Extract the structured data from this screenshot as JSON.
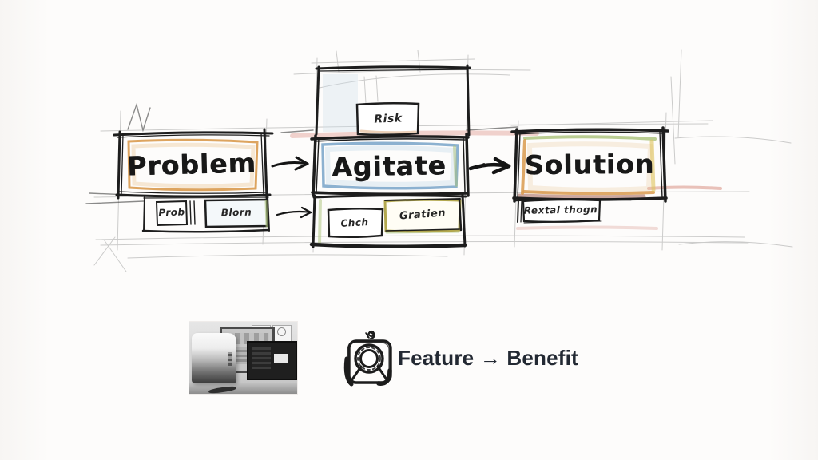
{
  "diagram": {
    "type": "hand-drawn-flow-sketch",
    "nodes": [
      {
        "id": "problem",
        "label": "Problem"
      },
      {
        "id": "agitate",
        "label": "Agitate"
      },
      {
        "id": "solution",
        "label": "Solution"
      }
    ],
    "connectors": [
      "problem→agitate",
      "agitate→solution"
    ],
    "scribbles": [
      {
        "id": "above-agitate",
        "text": "Risk"
      },
      {
        "id": "below-problem-left",
        "text": "Prob"
      },
      {
        "id": "below-problem-right",
        "text": "Blorn"
      },
      {
        "id": "below-agitate-left",
        "text": "Chch"
      },
      {
        "id": "below-agitate-right",
        "text": "Gratien"
      },
      {
        "id": "below-solution",
        "text": "Rextal thogn"
      }
    ],
    "colors": {
      "ink": "#1d1d1d",
      "problem_accent": "#d99a4e",
      "agitate_accent": "#7fa8cb",
      "solution_accent": "#a9c178",
      "pink_accent": "#d88f83",
      "maroon_accent": "#9a5243",
      "khaki_accent": "#b3a84f"
    }
  },
  "footer": {
    "caption": "Feature → Benefit",
    "icon": "camera-sketch-icon"
  }
}
